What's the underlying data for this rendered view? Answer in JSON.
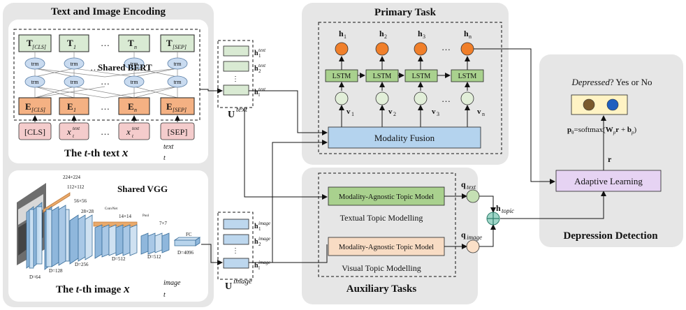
{
  "encoding": {
    "title": "Text and Image Encoding",
    "bert_label": "Shared BERT",
    "trm": "trm",
    "tokens_top": [
      "T",
      "T",
      "T",
      "T"
    ],
    "tokens_top_sub": [
      "[CLS]",
      "1",
      "n",
      "[SEP]"
    ],
    "emb": [
      "E",
      "E",
      "E",
      "E"
    ],
    "emb_sub": [
      "[CLS]",
      "1",
      "n",
      "[SEP]"
    ],
    "inputs": [
      "[CLS]",
      "x",
      "x",
      "[SEP]"
    ],
    "ellipsis": "…",
    "text_caption_a": "The ",
    "text_caption_t": "t",
    "text_caption_b": "-th text ",
    "text_caption_x": "x",
    "text_caption_sup": "text",
    "text_caption_sub": "t",
    "vgg_label": "Shared VGG",
    "vgg_dims_top": [
      "224×224",
      "112×112",
      "56×56",
      "28×28",
      "14×14",
      "7×7"
    ],
    "vgg_conv": "ConvNet",
    "vgg_pool": "Pool",
    "vgg_fc": "FC",
    "vgg_depths": [
      "D=64",
      "D=128",
      "D=256",
      "D=512",
      "D=512",
      "D=4096"
    ],
    "image_caption_a": "The ",
    "image_caption_t": "t",
    "image_caption_b": "-th image ",
    "image_caption_x": "x",
    "image_caption_sup": "image",
    "image_caption_sub": "t"
  },
  "u_text": {
    "label": "U",
    "sup": "text",
    "h": [
      "h",
      "h",
      "h"
    ],
    "h_sup": "text",
    "h_sub": [
      "1",
      "2",
      "l"
    ]
  },
  "u_image": {
    "label": "U",
    "sup": "image",
    "h": [
      "h",
      "h",
      "h"
    ],
    "h_sup": "image",
    "h_sub": [
      "1",
      "2",
      "l"
    ]
  },
  "primary": {
    "title": "Primary Task",
    "lstm": "LSTM",
    "h_labels": [
      "h",
      "h",
      "h",
      "h"
    ],
    "h_subs": [
      "1",
      "2",
      "3",
      "n"
    ],
    "v_labels": [
      "v",
      "v",
      "v",
      "v"
    ],
    "v_subs": [
      "1",
      "2",
      "3",
      "n"
    ],
    "fusion": "Modality Fusion"
  },
  "auxiliary": {
    "title": "Auxiliary Tasks",
    "topic_model": "Modality-Agnostic Topic Model",
    "textual": "Textual Topic Modelling",
    "visual": "Visual Topic Modelling",
    "q_text": "q",
    "q_text_sub": "text",
    "q_image": "q",
    "q_image_sub": "image",
    "h_topic": "h",
    "h_topic_sub": "topic"
  },
  "detection": {
    "title": "Depression Detection",
    "question_a": "Depressed",
    "question_b": "? Yes or No",
    "formula_p": "p",
    "formula_theta": "θ",
    "formula_rest_a": "=softmax(",
    "formula_W": "W",
    "formula_p_sub": "p",
    "formula_r": "r",
    "formula_plus": " + ",
    "formula_b": "b",
    "formula_close": ")",
    "r_label": "r",
    "adaptive": "Adaptive Learning"
  }
}
